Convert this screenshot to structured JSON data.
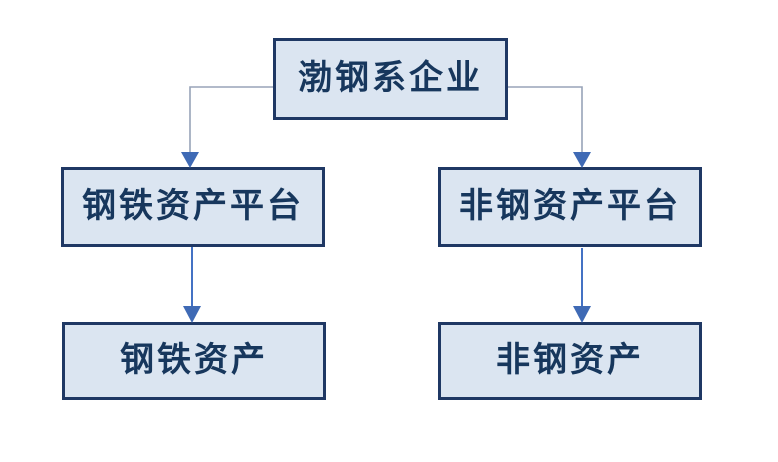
{
  "diagram": {
    "type": "org-chart",
    "nodes": {
      "root": {
        "label": "渤钢系企业"
      },
      "steel_platform": {
        "label": "钢铁资产平台"
      },
      "nonsteel_platform": {
        "label": "非钢资产平台"
      },
      "steel_assets": {
        "label": "钢铁资产"
      },
      "nonsteel_assets": {
        "label": "非钢资产"
      }
    },
    "edges": [
      {
        "from": "root",
        "to": "steel_platform",
        "style": "elbow-arrow"
      },
      {
        "from": "root",
        "to": "nonsteel_platform",
        "style": "elbow-arrow"
      },
      {
        "from": "steel_platform",
        "to": "steel_assets",
        "style": "straight-arrow"
      },
      {
        "from": "nonsteel_platform",
        "to": "nonsteel_assets",
        "style": "straight-arrow"
      }
    ]
  },
  "colors": {
    "page-bg": "#ffffff",
    "box-fill": "#dbe5f1",
    "box-border": "#1f3864",
    "text-color": "#17375d",
    "elbow-line": "#98a3b8",
    "connector-line": "#4472c4",
    "arrowhead": "#3f6ab5"
  }
}
